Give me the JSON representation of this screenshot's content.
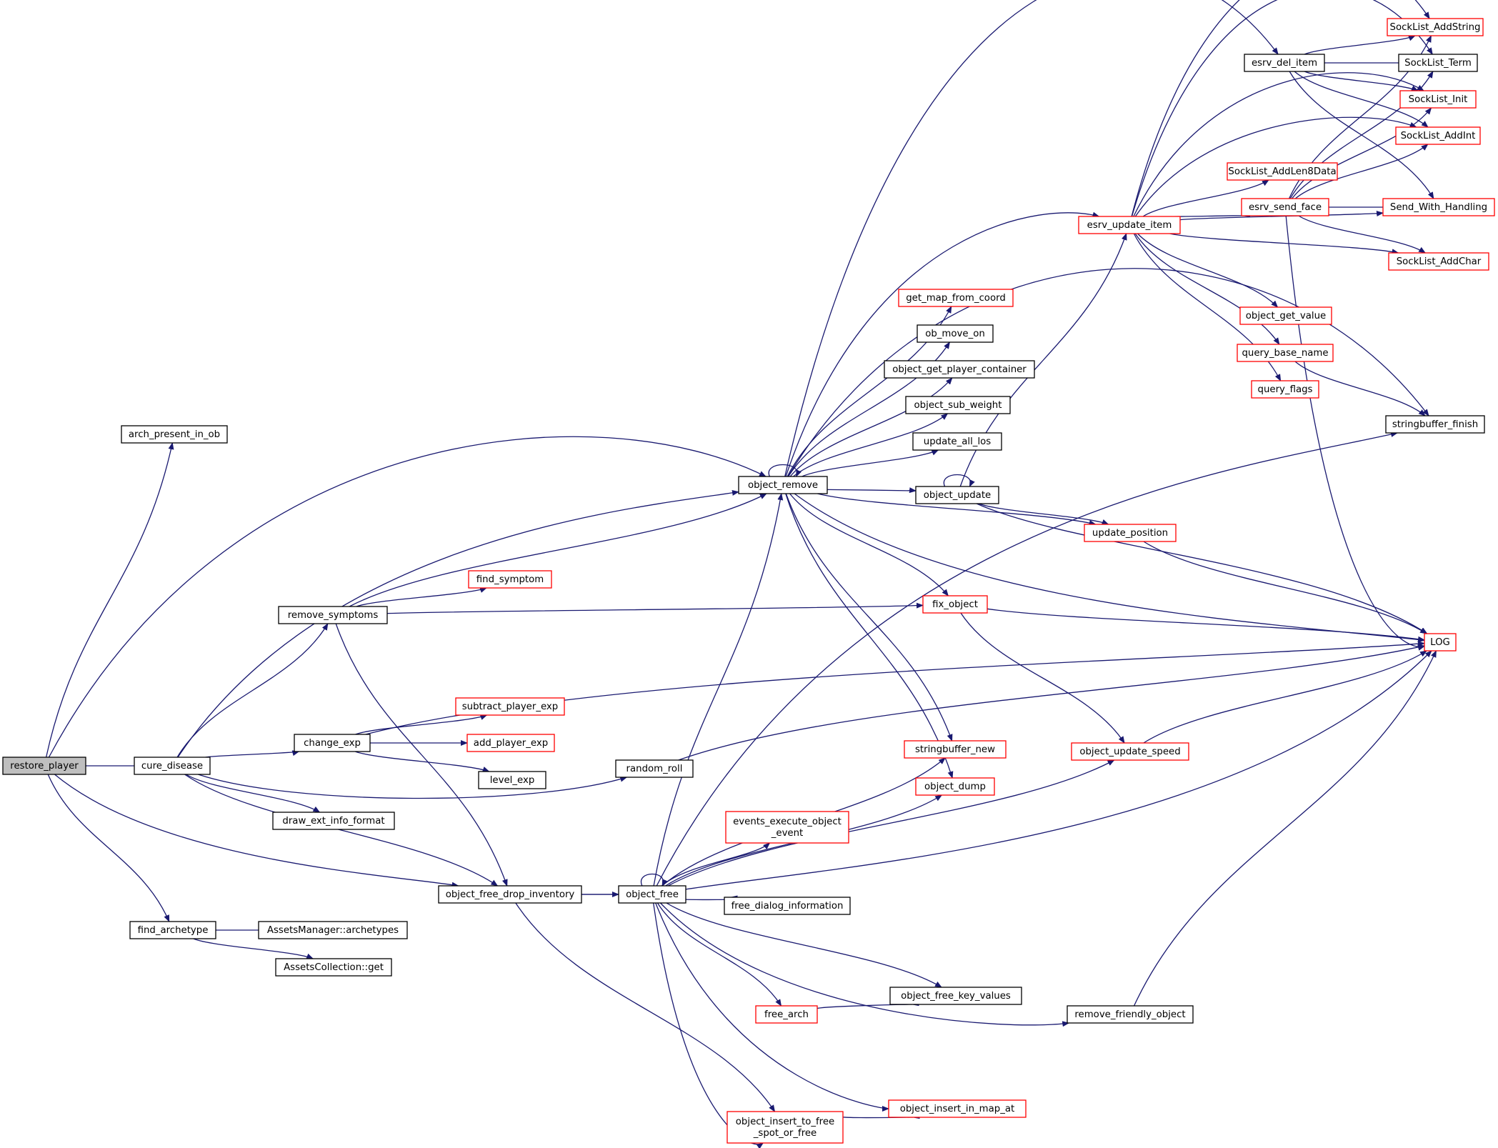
{
  "colors": {
    "edge": "#191970",
    "node_border_default": "#000000",
    "node_border_red": "#ff0000",
    "node_fill_root": "#bfbfbf",
    "node_fill": "#ffffff"
  },
  "nodes": [
    {
      "id": "restore_player",
      "label": [
        "restore_player"
      ],
      "style": "root"
    },
    {
      "id": "arch_present_in_ob",
      "label": [
        "arch_present_in_ob"
      ],
      "style": "black"
    },
    {
      "id": "cure_disease",
      "label": [
        "cure_disease"
      ],
      "style": "black"
    },
    {
      "id": "find_archetype",
      "label": [
        "find_archetype"
      ],
      "style": "black"
    },
    {
      "id": "remove_symptoms",
      "label": [
        "remove_symptoms"
      ],
      "style": "black"
    },
    {
      "id": "change_exp",
      "label": [
        "change_exp"
      ],
      "style": "black"
    },
    {
      "id": "draw_ext_info_format",
      "label": [
        "draw_ext_info_format"
      ],
      "style": "black"
    },
    {
      "id": "object_free_drop_inventory",
      "label": [
        "object_free_drop_inventory"
      ],
      "style": "black"
    },
    {
      "id": "assets_archetypes",
      "label": [
        "AssetsManager::archetypes"
      ],
      "style": "black"
    },
    {
      "id": "assets_get",
      "label": [
        "AssetsCollection::get"
      ],
      "style": "black"
    },
    {
      "id": "find_symptom",
      "label": [
        "find_symptom"
      ],
      "style": "red"
    },
    {
      "id": "subtract_player_exp",
      "label": [
        "subtract_player_exp"
      ],
      "style": "red"
    },
    {
      "id": "add_player_exp",
      "label": [
        "add_player_exp"
      ],
      "style": "red"
    },
    {
      "id": "level_exp",
      "label": [
        "level_exp"
      ],
      "style": "black"
    },
    {
      "id": "random_roll",
      "label": [
        "random_roll"
      ],
      "style": "black"
    },
    {
      "id": "object_free",
      "label": [
        "object_free"
      ],
      "style": "black"
    },
    {
      "id": "object_remove",
      "label": [
        "object_remove"
      ],
      "style": "black"
    },
    {
      "id": "get_map_from_coord",
      "label": [
        "get_map_from_coord"
      ],
      "style": "red"
    },
    {
      "id": "ob_move_on",
      "label": [
        "ob_move_on"
      ],
      "style": "black"
    },
    {
      "id": "object_get_player_container",
      "label": [
        "object_get_player_container"
      ],
      "style": "black"
    },
    {
      "id": "object_sub_weight",
      "label": [
        "object_sub_weight"
      ],
      "style": "black"
    },
    {
      "id": "update_all_los",
      "label": [
        "update_all_los"
      ],
      "style": "black"
    },
    {
      "id": "object_update",
      "label": [
        "object_update"
      ],
      "style": "black"
    },
    {
      "id": "fix_object",
      "label": [
        "fix_object"
      ],
      "style": "red"
    },
    {
      "id": "stringbuffer_new",
      "label": [
        "stringbuffer_new"
      ],
      "style": "red"
    },
    {
      "id": "object_dump",
      "label": [
        "object_dump"
      ],
      "style": "red"
    },
    {
      "id": "events_execute",
      "label": [
        "events_execute_object",
        "_event"
      ],
      "style": "red"
    },
    {
      "id": "free_dialog_information",
      "label": [
        "free_dialog_information"
      ],
      "style": "black"
    },
    {
      "id": "object_free_key_values",
      "label": [
        "object_free_key_values"
      ],
      "style": "black"
    },
    {
      "id": "free_arch",
      "label": [
        "free_arch"
      ],
      "style": "red"
    },
    {
      "id": "object_insert_to_free",
      "label": [
        "object_insert_to_free",
        "_spot_or_free"
      ],
      "style": "red"
    },
    {
      "id": "object_insert_in_map_at",
      "label": [
        "object_insert_in_map_at"
      ],
      "style": "red"
    },
    {
      "id": "remove_friendly_object",
      "label": [
        "remove_friendly_object"
      ],
      "style": "black"
    },
    {
      "id": "esrv_update_item",
      "label": [
        "esrv_update_item"
      ],
      "style": "red"
    },
    {
      "id": "esrv_del_item",
      "label": [
        "esrv_del_item"
      ],
      "style": "black"
    },
    {
      "id": "update_position",
      "label": [
        "update_position"
      ],
      "style": "red"
    },
    {
      "id": "object_update_speed",
      "label": [
        "object_update_speed"
      ],
      "style": "red"
    },
    {
      "id": "sl_addlen8",
      "label": [
        "SockList_AddLen8Data"
      ],
      "style": "red"
    },
    {
      "id": "esrv_send_face",
      "label": [
        "esrv_send_face"
      ],
      "style": "red"
    },
    {
      "id": "object_get_value",
      "label": [
        "object_get_value"
      ],
      "style": "red"
    },
    {
      "id": "query_base_name",
      "label": [
        "query_base_name"
      ],
      "style": "red"
    },
    {
      "id": "query_flags",
      "label": [
        "query_flags"
      ],
      "style": "red"
    },
    {
      "id": "sl_addstring",
      "label": [
        "SockList_AddString"
      ],
      "style": "red"
    },
    {
      "id": "sl_term",
      "label": [
        "SockList_Term"
      ],
      "style": "black"
    },
    {
      "id": "sl_init",
      "label": [
        "SockList_Init"
      ],
      "style": "red"
    },
    {
      "id": "sl_addint",
      "label": [
        "SockList_AddInt"
      ],
      "style": "red"
    },
    {
      "id": "send_with_handling",
      "label": [
        "Send_With_Handling"
      ],
      "style": "red"
    },
    {
      "id": "sl_addchar",
      "label": [
        "SockList_AddChar"
      ],
      "style": "red"
    },
    {
      "id": "stringbuffer_finish",
      "label": [
        "stringbuffer_finish"
      ],
      "style": "black"
    },
    {
      "id": "LOG",
      "label": [
        "LOG"
      ],
      "style": "red"
    }
  ],
  "edges": [
    [
      "restore_player",
      "arch_present_in_ob"
    ],
    [
      "restore_player",
      "cure_disease"
    ],
    [
      "restore_player",
      "find_archetype"
    ],
    [
      "restore_player",
      "object_remove"
    ],
    [
      "restore_player",
      "object_free_drop_inventory"
    ],
    [
      "cure_disease",
      "remove_symptoms"
    ],
    [
      "cure_disease",
      "change_exp"
    ],
    [
      "cure_disease",
      "draw_ext_info_format"
    ],
    [
      "cure_disease",
      "object_free_drop_inventory"
    ],
    [
      "cure_disease",
      "random_roll"
    ],
    [
      "cure_disease",
      "object_remove"
    ],
    [
      "find_archetype",
      "assets_archetypes"
    ],
    [
      "find_archetype",
      "assets_get"
    ],
    [
      "remove_symptoms",
      "find_symptom"
    ],
    [
      "remove_symptoms",
      "object_remove"
    ],
    [
      "remove_symptoms",
      "fix_object"
    ],
    [
      "remove_symptoms",
      "object_free_drop_inventory"
    ],
    [
      "change_exp",
      "subtract_player_exp"
    ],
    [
      "change_exp",
      "add_player_exp"
    ],
    [
      "change_exp",
      "level_exp"
    ],
    [
      "change_exp",
      "LOG"
    ],
    [
      "random_roll",
      "LOG"
    ],
    [
      "object_free_drop_inventory",
      "object_free"
    ],
    [
      "object_free_drop_inventory",
      "object_insert_to_free"
    ],
    [
      "object_free",
      "object_free_drop_inventory"
    ],
    [
      "object_free",
      "object_free"
    ],
    [
      "object_free",
      "object_remove"
    ],
    [
      "object_free",
      "events_execute"
    ],
    [
      "object_free",
      "free_dialog_information"
    ],
    [
      "object_free",
      "object_free_key_values"
    ],
    [
      "object_free",
      "free_arch"
    ],
    [
      "object_free",
      "object_insert_to_free"
    ],
    [
      "object_free",
      "object_insert_in_map_at"
    ],
    [
      "object_free",
      "remove_friendly_object"
    ],
    [
      "object_free",
      "stringbuffer_new"
    ],
    [
      "object_free",
      "object_dump"
    ],
    [
      "object_free",
      "object_update_speed"
    ],
    [
      "object_free",
      "stringbuffer_finish"
    ],
    [
      "object_free",
      "LOG"
    ],
    [
      "object_remove",
      "object_remove"
    ],
    [
      "object_remove",
      "esrv_del_item"
    ],
    [
      "object_remove",
      "esrv_update_item"
    ],
    [
      "object_remove",
      "get_map_from_coord"
    ],
    [
      "object_remove",
      "ob_move_on"
    ],
    [
      "object_remove",
      "object_get_player_container"
    ],
    [
      "object_remove",
      "object_sub_weight"
    ],
    [
      "object_remove",
      "update_all_los"
    ],
    [
      "object_remove",
      "object_update"
    ],
    [
      "object_remove",
      "update_position"
    ],
    [
      "object_remove",
      "fix_object"
    ],
    [
      "object_remove",
      "stringbuffer_new"
    ],
    [
      "object_remove",
      "object_dump"
    ],
    [
      "object_remove",
      "LOG"
    ],
    [
      "object_remove",
      "stringbuffer_finish"
    ],
    [
      "object_update",
      "object_update"
    ],
    [
      "object_update",
      "esrv_update_item"
    ],
    [
      "object_update",
      "update_position"
    ],
    [
      "object_update",
      "LOG"
    ],
    [
      "update_position",
      "LOG"
    ],
    [
      "fix_object",
      "LOG"
    ],
    [
      "fix_object",
      "object_update_speed"
    ],
    [
      "object_update_speed",
      "LOG"
    ],
    [
      "free_arch",
      "object_free_key_values"
    ],
    [
      "object_insert_to_free",
      "object_insert_in_map_at"
    ],
    [
      "remove_friendly_object",
      "LOG"
    ],
    [
      "esrv_update_item",
      "sl_addstring"
    ],
    [
      "esrv_update_item",
      "sl_term"
    ],
    [
      "esrv_update_item",
      "sl_init"
    ],
    [
      "esrv_update_item",
      "sl_addint"
    ],
    [
      "esrv_update_item",
      "sl_addlen8"
    ],
    [
      "esrv_update_item",
      "esrv_send_face"
    ],
    [
      "esrv_update_item",
      "send_with_handling"
    ],
    [
      "esrv_update_item",
      "sl_addchar"
    ],
    [
      "esrv_update_item",
      "object_get_value"
    ],
    [
      "esrv_update_item",
      "query_base_name"
    ],
    [
      "esrv_update_item",
      "query_flags"
    ],
    [
      "esrv_del_item",
      "sl_addstring"
    ],
    [
      "esrv_del_item",
      "sl_term"
    ],
    [
      "esrv_del_item",
      "sl_init"
    ],
    [
      "esrv_del_item",
      "sl_addint"
    ],
    [
      "esrv_del_item",
      "send_with_handling"
    ],
    [
      "esrv_send_face",
      "sl_addstring"
    ],
    [
      "esrv_send_face",
      "sl_term"
    ],
    [
      "esrv_send_face",
      "sl_init"
    ],
    [
      "esrv_send_face",
      "sl_addint"
    ],
    [
      "esrv_send_face",
      "send_with_handling"
    ],
    [
      "esrv_send_face",
      "sl_addchar"
    ],
    [
      "esrv_send_face",
      "LOG"
    ],
    [
      "query_base_name",
      "stringbuffer_finish"
    ]
  ]
}
